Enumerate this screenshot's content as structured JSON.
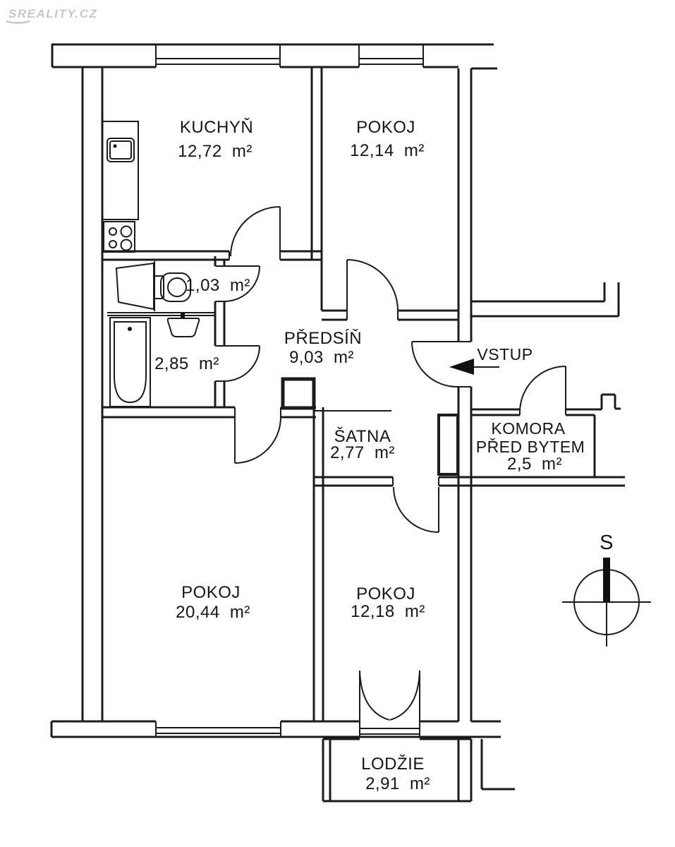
{
  "watermark": {
    "text": "Sreality.cz"
  },
  "compass": {
    "north_label": "S"
  },
  "entrance": {
    "label": "VSTUP"
  },
  "rooms": {
    "kitchen": {
      "name": "KUCHYŇ",
      "area": "12,72 m²"
    },
    "room_top_right": {
      "name": "POKOJ",
      "area": "12,14 m²"
    },
    "wc": {
      "area": "1,03 m²"
    },
    "hallway": {
      "name": "PŘEDSÍŇ",
      "area": "9,03 m²"
    },
    "bathroom": {
      "area": "2,85 m²"
    },
    "closet": {
      "name": "ŠATNA",
      "area": "2,77 m²"
    },
    "storage_outside": {
      "name_line1": "KOMORA",
      "name_line2": "PŘED BYTEM",
      "area": "2,5 m²"
    },
    "room_bottom_left": {
      "name": "POKOJ",
      "area": "20,44 m²"
    },
    "room_bottom_middle": {
      "name": "POKOJ",
      "area": "12,18 m²"
    },
    "loggia": {
      "name": "LODŽIE",
      "area": "2,91 m²"
    }
  },
  "colors": {
    "line": "#1b1b1b",
    "watermark": "#c7c7c7",
    "background": "#ffffff"
  }
}
